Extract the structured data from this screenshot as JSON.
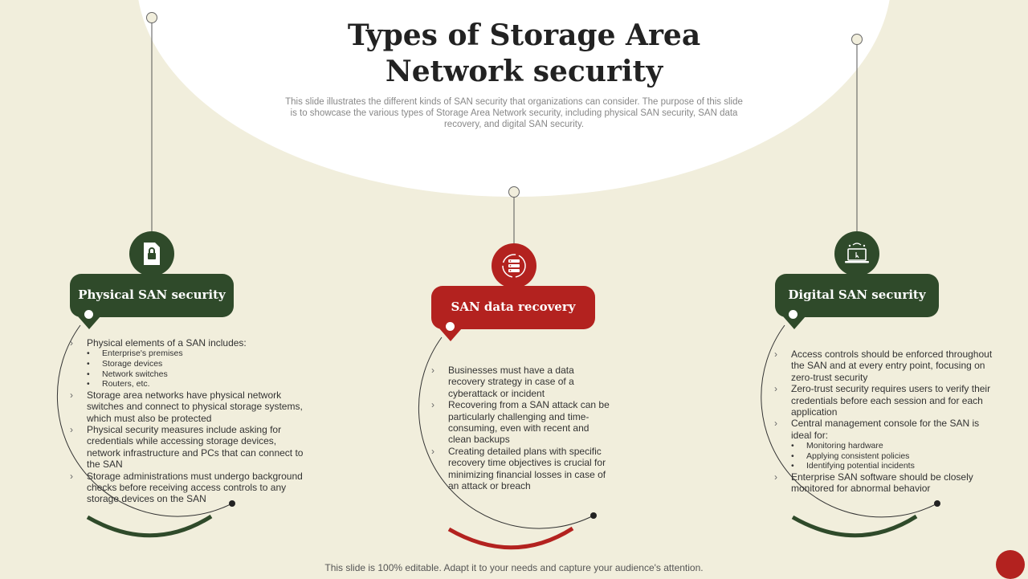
{
  "header": {
    "title": "Types of Storage Area Network security",
    "subtitle": "This slide illustrates the different kinds of SAN security that organizations can consider. The purpose of this slide is to showcase the various types of Storage Area Network security, including physical SAN security, SAN data recovery, and digital SAN security."
  },
  "colors": {
    "background": "#f1eedc",
    "green": "#2f4a2a",
    "red": "#b3221f"
  },
  "columns": [
    {
      "title": "Physical SAN security",
      "icon": "lock-document-icon",
      "items": [
        {
          "text": "Physical elements of a SAN includes:",
          "sub": [
            "Enterprise's premises",
            "Storage devices",
            "Network switches",
            "Routers, etc."
          ]
        },
        {
          "text": "Storage area networks have physical network switches and connect to physical storage systems, which must also be protected"
        },
        {
          "text": "Physical security measures include asking for credentials while accessing storage devices, network infrastructure and PCs that can connect to the SAN"
        },
        {
          "text": "Storage administrations must undergo background checks before receiving access controls to any storage devices on the SAN"
        }
      ]
    },
    {
      "title": "SAN data recovery",
      "icon": "server-recovery-icon",
      "items": [
        {
          "text": "Businesses must have a data recovery strategy in case of a cyberattack or incident"
        },
        {
          "text": "Recovering from a SAN attack can be particularly challenging and time-consuming, even with recent and clean backups"
        },
        {
          "text": "Creating detailed plans with specific recovery time objectives is crucial for minimizing financial losses in case of an attack or breach"
        }
      ]
    },
    {
      "title": "Digital SAN security",
      "icon": "laptop-network-icon",
      "items": [
        {
          "text": "Access controls should be enforced throughout the SAN and at every entry point, focusing on zero-trust security"
        },
        {
          "text": "Zero-trust security requires users to verify their credentials before each session and for each application"
        },
        {
          "text": "Central management console for the SAN is ideal for:",
          "sub": [
            "Monitoring hardware",
            "Applying consistent policies",
            "Identifying potential incidents"
          ]
        },
        {
          "text": "Enterprise SAN software should be closely monitored for abnormal behavior"
        }
      ]
    }
  ],
  "footer": {
    "text": "This slide is 100% editable. Adapt it to your needs and capture your audience's attention."
  }
}
